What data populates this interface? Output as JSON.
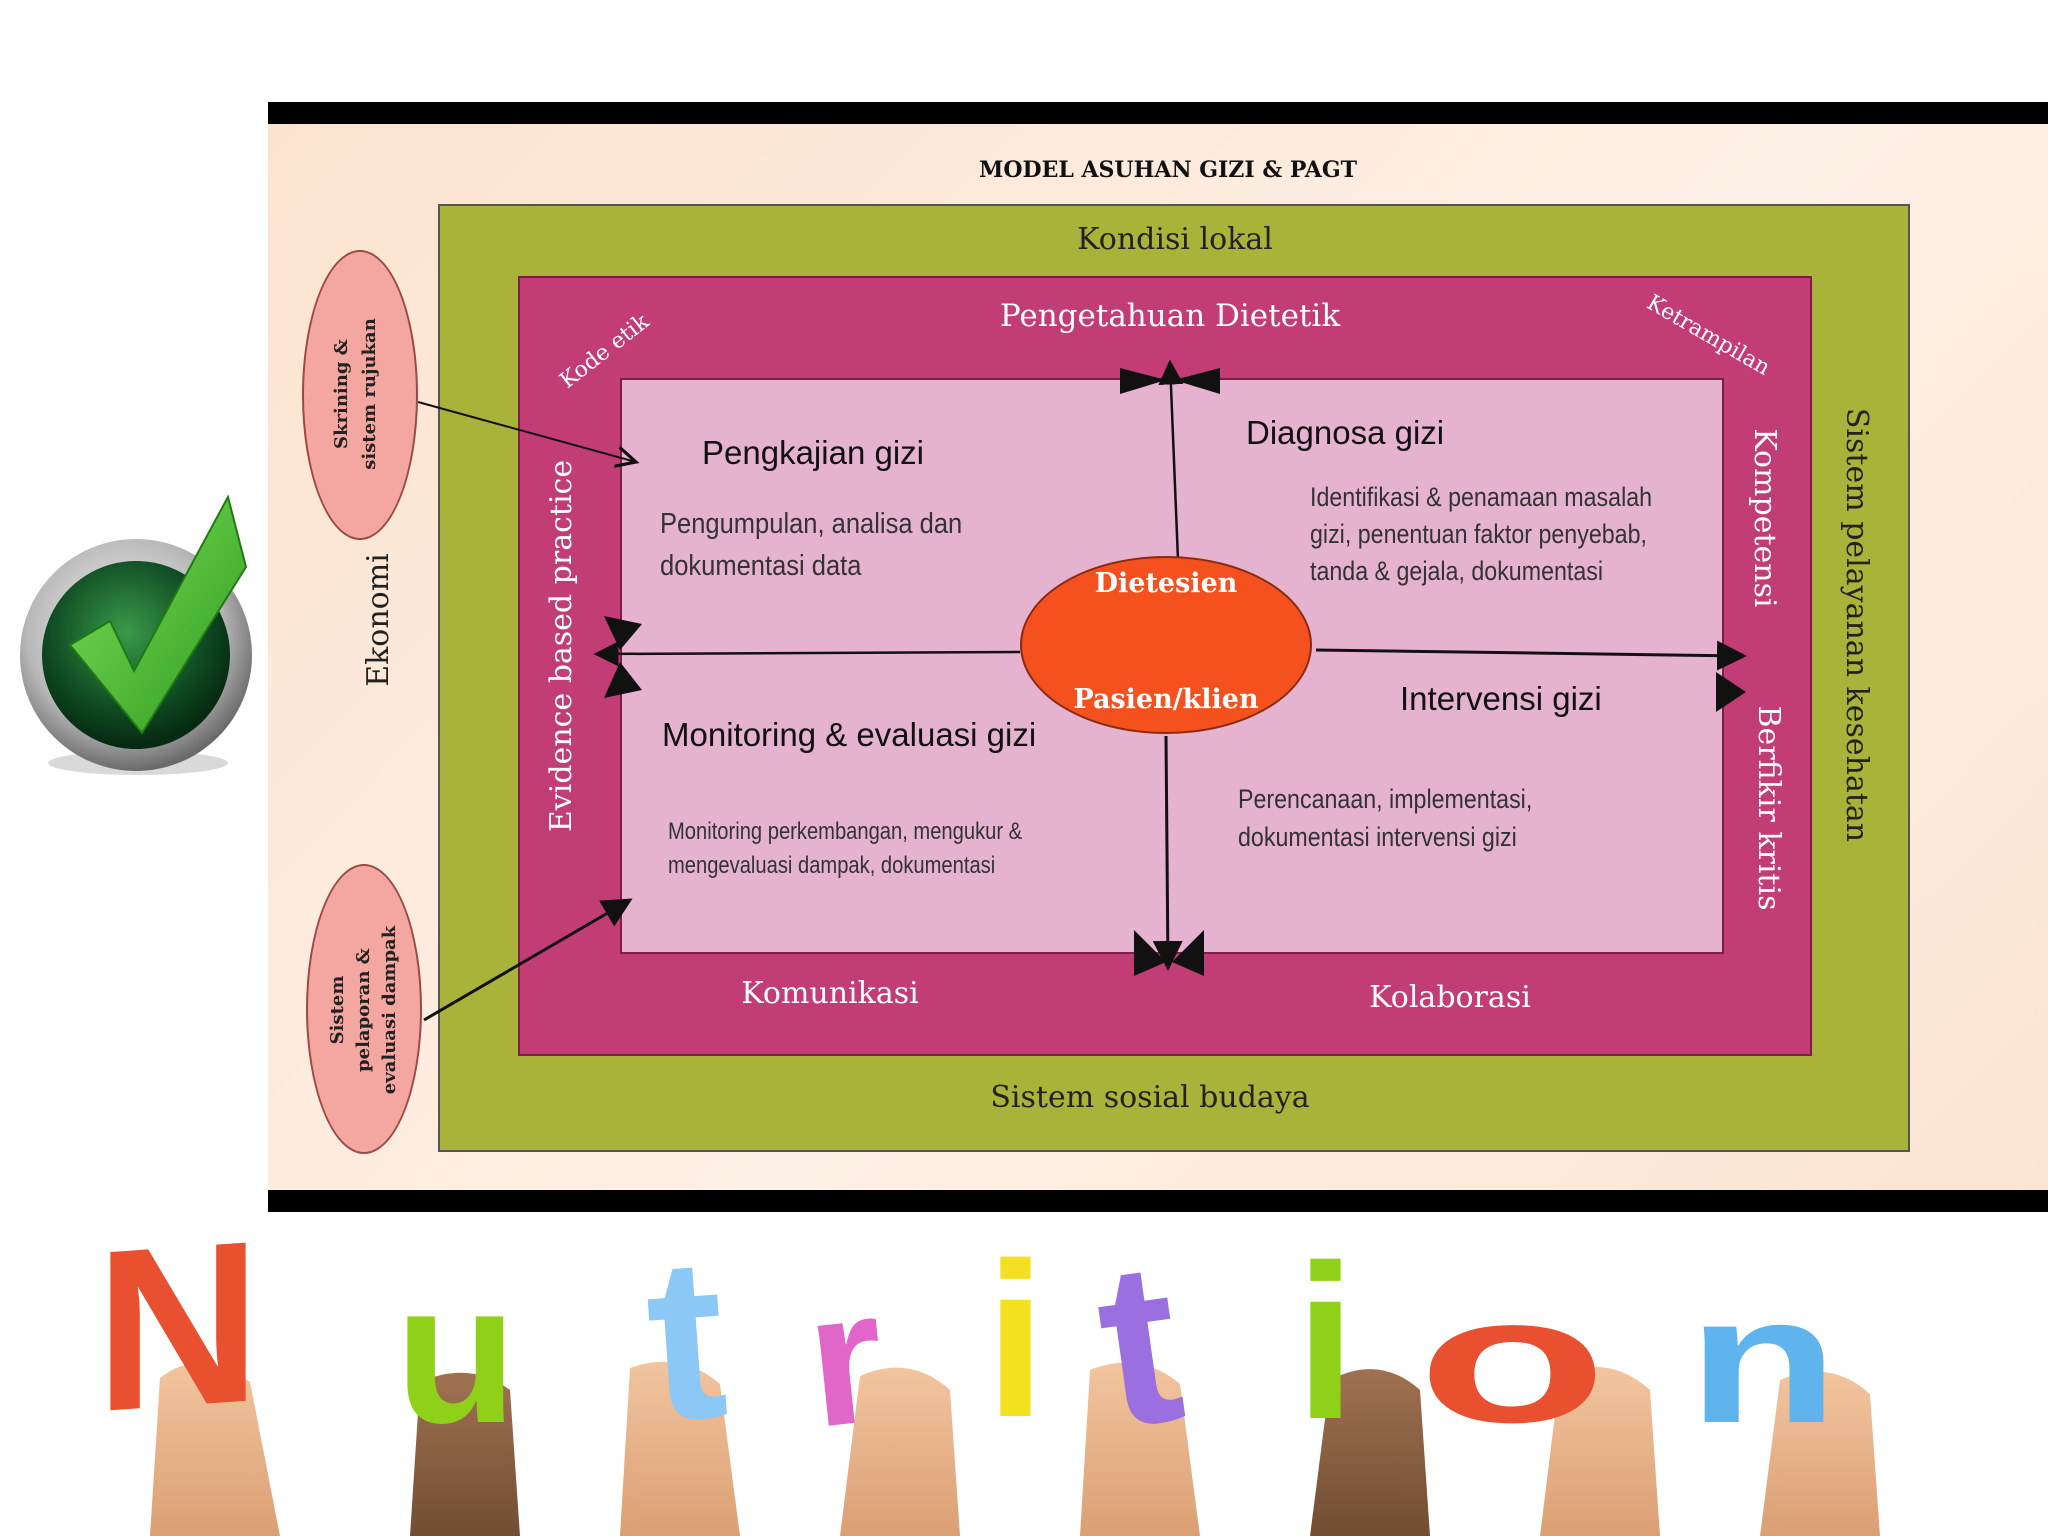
{
  "diagram": {
    "title": "MODEL ASUHAN GIZI & PAGT",
    "outer_band": {
      "top": "Kondisi lokal",
      "bottom": "Sistem sosial budaya",
      "left": "Ekonomi",
      "right": "Sistem pelayanan kesehatan"
    },
    "middle_band": {
      "top": "Pengetahuan Dietetik",
      "top_left_corner": "Kode etik",
      "top_right_corner": "Ketrampilan",
      "left": "Evidence based practice",
      "right_top": "Kompetensi",
      "right_bottom": "Berfikir kritis",
      "bottom_left": "Komunikasi",
      "bottom_right": "Kolaborasi"
    },
    "quadrants": {
      "top_left": {
        "title": "Pengkajian gizi",
        "line1": "Pengumpulan, analisa dan",
        "line2": "dokumentasi data"
      },
      "top_right": {
        "title": "Diagnosa gizi",
        "line1": "Identifikasi & penamaan masalah",
        "line2": "gizi, penentuan faktor penyebab,",
        "line3": "tanda & gejala, dokumentasi"
      },
      "bottom_left": {
        "title": "Monitoring & evaluasi gizi",
        "line1": "Monitoring perkembangan, mengukur &",
        "line2": "mengevaluasi dampak, dokumentasi"
      },
      "bottom_right": {
        "title": "Intervensi gizi",
        "line1": "Perencanaan, implementasi,",
        "line2": "dokumentasi intervensi gizi"
      }
    },
    "center": {
      "top": "Dietesien",
      "bottom": "Pasien/klien"
    },
    "side_ovals": {
      "top": {
        "line1": "Skrining &",
        "line2": "sistem rujukan"
      },
      "bottom": {
        "line1": "Sistem",
        "line2": "pelaporan &",
        "line3": "evaluasi dampak"
      }
    }
  },
  "banner": {
    "word": "Nutrition",
    "letters": [
      "N",
      "u",
      "t",
      "r",
      "i",
      "t",
      "i",
      "o",
      "n"
    ],
    "letter_colors": [
      "#e8502f",
      "#8fd018",
      "#8cc8f5",
      "#e066c8",
      "#f2e021",
      "#9b6fe0",
      "#8fd018",
      "#e8502f",
      "#5fb4ee"
    ]
  },
  "colors": {
    "outer_band": "#a9b33a",
    "middle_band": "#c23c76",
    "inner_panel": "#e5b2cf",
    "center_ellipse": "#f4511e",
    "side_ovals": "#f4a7a0",
    "check_green": "#3cb52a"
  }
}
